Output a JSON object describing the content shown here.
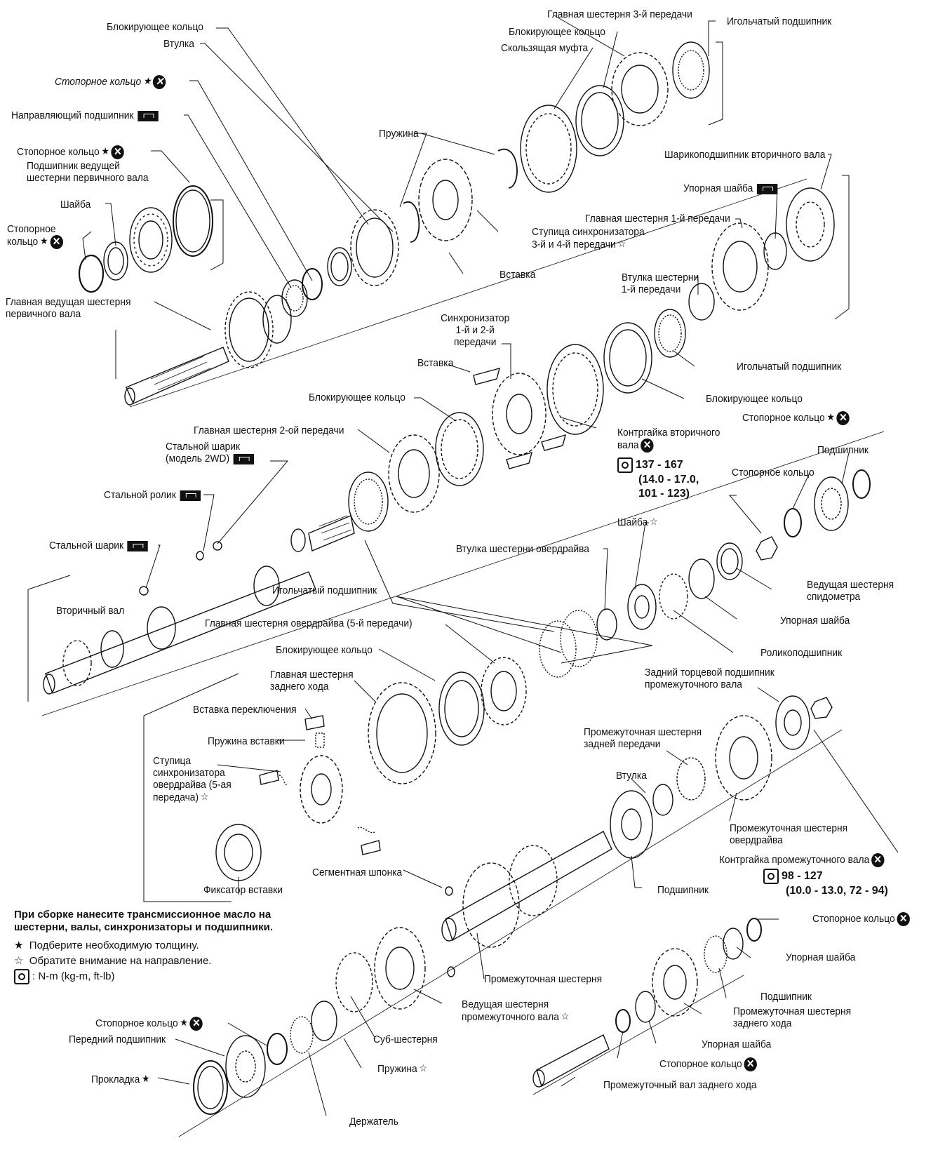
{
  "labels": {
    "lock_ring_top": "Блокирующее кольцо",
    "bushing_top": "Втулка",
    "snap_ring_1": "Стопорное кольцо",
    "pilot_bearing": "Направляющий подшипник",
    "snap_ring_2": "Стопорное кольцо",
    "main_drive_bearing": "Подшипник ведущей шестерни первичного вала",
    "washer_left": "Шайба",
    "snap_ring_3": "Стопорное кольцо",
    "main_drive_gear": "Главная ведущая шестерня первичного вала",
    "spring_top": "Пружина",
    "gear3": "Главная шестерня 3-й передачи",
    "lock_ring_3": "Блокирующее кольцо",
    "sliding_sleeve": "Скользящая муфта",
    "needle_bearing_top": "Игольчатый подшипник",
    "synchro_hub_34": "Ступица синхронизатора 3-й и 4-й передачи",
    "insert_top": "Вставка",
    "mainshaft_ball_bearing": "Шарикоподшипник вторичного вала",
    "thrust_washer_top": "Упорная шайба",
    "gear1": "Главная шестерня 1-й передачи",
    "gear1_bushing": "Втулка шестерни 1-й передачи",
    "synchro_12": "Синхронизатор 1-й и 2-й передачи",
    "insert_mid": "Вставка",
    "needle_bearing_mid": "Игольчатый подшипник",
    "lock_ring_mid": "Блокирующее кольцо",
    "lock_ring_center": "Блокирующее кольцо",
    "snap_ring_right": "Стопорное кольцо",
    "bearing_right": "Подшипник",
    "mainshaft_nut": "Контргайка вторичного вала",
    "gear2": "Главная шестерня 2-ой передачи",
    "steel_ball_2wd": "Стальной шарик (модель 2WD)",
    "steel_roller": "Стальной ролик",
    "snap_ring_right2": "Стопорное кольцо",
    "washer_right": "Шайба",
    "overdrive_bushing": "Втулка шестерни овердрайва",
    "steel_ball": "Стальной шарик",
    "needle_bearing_center": "Игольчатый подшипник",
    "speedo_gear": "Ведущая шестерня спидометра",
    "mainshaft": "Вторичный вал",
    "thrust_washer_right": "Упорная шайба",
    "overdrive_gear": "Главная шестерня овердрайва (5-й передачи)",
    "roller_bearing": "Роликоподшипник",
    "lock_ring_lower": "Блокирующее кольцо",
    "reverse_main_gear": "Главная шестерня заднего хода",
    "countershaft_rear_bearing": "Задний торцевой подшипник промежуточного вала",
    "shift_insert": "Вставка переключения",
    "insert_spring": "Пружина вставки",
    "reverse_counter_gear": "Промежуточная шестерня задней передачи",
    "od_synchro_hub": "Ступица синхронизатора овердрайва (5-ая передача)",
    "bushing_lower": "Втулка",
    "od_counter_gear": "Промежуточная шестерня овердрайва",
    "countershaft_nut": "Контргайка промежуточного вала",
    "insert_stopper": "Фиксатор вставки",
    "woodruff_key": "Сегментная шпонка",
    "bearing_lower": "Подшипник",
    "snap_ring_lower_right": "Стопорное кольцо",
    "counter_gear": "Промежуточная шестерня",
    "thrust_washer_lower": "Упорная шайба",
    "bearing_lower2": "Подшипник",
    "snap_ring_front": "Стопорное кольцо",
    "countershaft_drive_gear": "Ведущая шестерня промежуточного вала",
    "reverse_idler_gear": "Промежуточная шестерня заднего хода",
    "front_bearing": "Передний подшипник",
    "sub_gear": "Суб-шестерня",
    "thrust_washer_bottom": "Упорная шайба",
    "shim": "Прокладка",
    "spring_bottom": "Пружина",
    "snap_ring_bottom": "Стопорное кольцо",
    "retainer": "Держатель",
    "reverse_idler_shaft": "Промежуточный вал заднего хода"
  },
  "torque": {
    "mainshaft_nut": [
      "137 - 167",
      "(14.0 - 17.0,",
      "101 - 123)"
    ],
    "countershaft_nut": [
      "98 - 127",
      "(10.0 - 13.0, 72 - 94)"
    ]
  },
  "notes": {
    "heading": "При сборке нанесите трансмиссионное масло на шестерни, валы, синхронизаторы и подшипники.",
    "select_thickness": "Подберите необходимую толщину.",
    "mind_direction": "Обратите внимание на направление.",
    "torque_units": ": N-m (kg-m, ft-lb)"
  },
  "icons": {
    "discard": "replace-part-icon",
    "select": "select-thickness-star-icon",
    "direction": "direction-star-icon",
    "tool": "special-tool-icon",
    "torque": "torque-wrench-icon"
  }
}
